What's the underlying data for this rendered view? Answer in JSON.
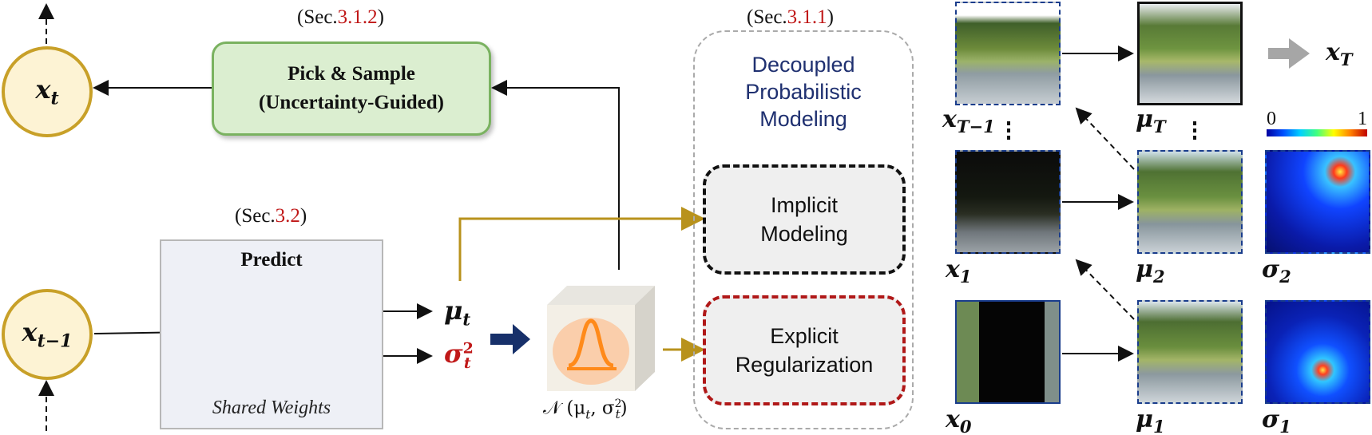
{
  "sections": {
    "pick": {
      "prefix": "(Sec.",
      "num": "3.1.2",
      "suffix": ")"
    },
    "decoupled": {
      "prefix": "(Sec.",
      "num": "3.1.1",
      "suffix": ")"
    },
    "predict": {
      "prefix": "(Sec.",
      "num": "3.2",
      "suffix": ")"
    }
  },
  "pick_box": {
    "line1": "Pick & Sample",
    "line2": "(Uncertainty-Guided)"
  },
  "predict_box": {
    "title": "Predict",
    "subtitle": "Shared Weights"
  },
  "decoupled": {
    "line1": "Decoupled",
    "line2": "Probabilistic",
    "line3": "Modeling"
  },
  "implicit": {
    "line1": "Implicit",
    "line2": "Modeling"
  },
  "explicit": {
    "line1": "Explicit",
    "line2": "Regularization"
  },
  "nodes": {
    "xt": {
      "sym": "x",
      "sub": "t"
    },
    "xt1": {
      "sym": "x",
      "sub": "t−1"
    }
  },
  "outputs": {
    "mu": {
      "sym": "μ",
      "sub": "t"
    },
    "sigma": {
      "sym": "σ",
      "sup": "2",
      "sub": "t"
    }
  },
  "gaussian_label": "𝒩 (μ",
  "gaussian_mid": "t",
  "gaussian_sep": ", σ",
  "gaussian_sup": "2",
  "gaussian_end": ")",
  "colorbar": {
    "min": "0",
    "max": "1"
  },
  "captions": {
    "xT1": {
      "sym": "x",
      "sub": "T−1"
    },
    "muT": {
      "sym": "μ",
      "sub": "T"
    },
    "xT": {
      "sym": "x",
      "sub": "T"
    },
    "x1": {
      "sym": "x",
      "sub": "1"
    },
    "mu2": {
      "sym": "μ",
      "sub": "2"
    },
    "s2": {
      "sym": "σ",
      "sub": "2"
    },
    "x0": {
      "sym": "x",
      "sub": "0"
    },
    "mu1": {
      "sym": "μ",
      "sub": "1"
    },
    "s1": {
      "sym": "σ",
      "sub": "1"
    }
  },
  "colors": {
    "node_border": "#c8a028",
    "gold_arrow": "#b8921c",
    "navy": "#17306a",
    "red": "#c01818"
  }
}
